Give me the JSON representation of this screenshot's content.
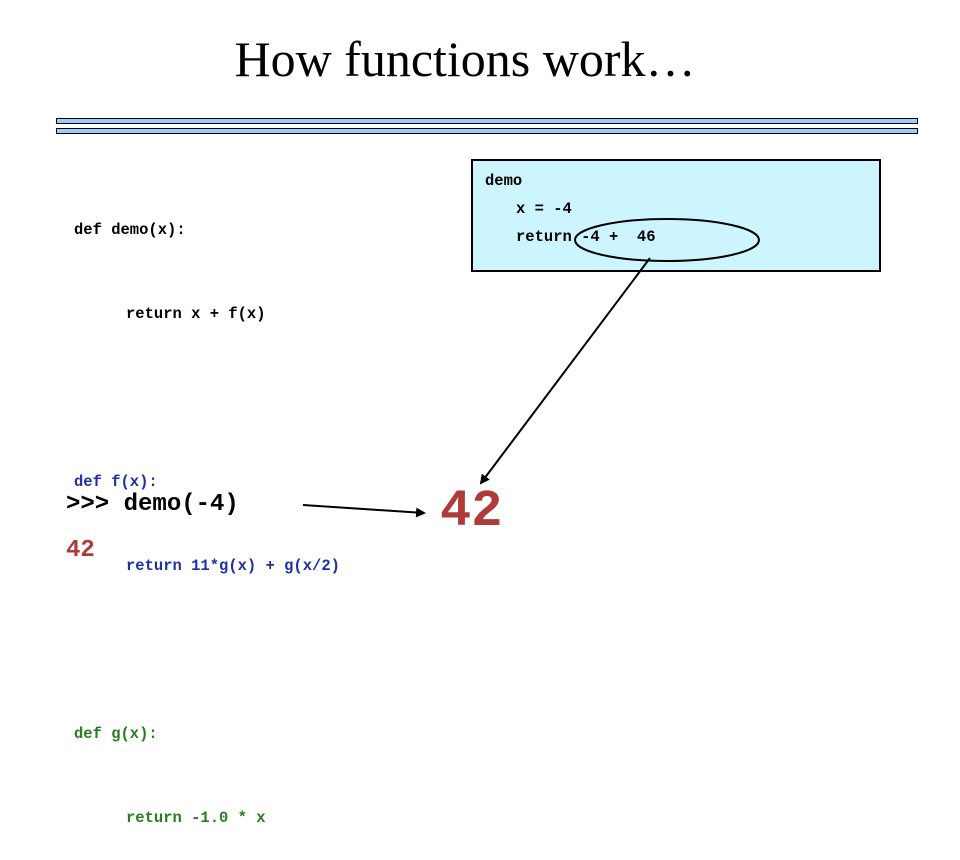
{
  "slide": {
    "title": "How functions work…"
  },
  "code": {
    "lines": [
      "def demo(x):",
      "return x + f(x)",
      "",
      "def f(x):",
      "return 11*g(x) + g(x/2)",
      "",
      "def g(x):",
      "return -1.0 * x"
    ]
  },
  "frame": {
    "name": "demo",
    "binding": "x = -4",
    "return_expr": "return -4 +  46"
  },
  "shell": {
    "prompt": ">>> demo(-4)",
    "output": "42"
  },
  "result": {
    "value": "42"
  },
  "colors": {
    "rule_fill": "#99ccff",
    "frame_fill": "#ccf5ff",
    "demo_code": "#000000",
    "f_code": "#1f2fa8",
    "g_code": "#2a7d1f",
    "result": "#b03a3a"
  }
}
